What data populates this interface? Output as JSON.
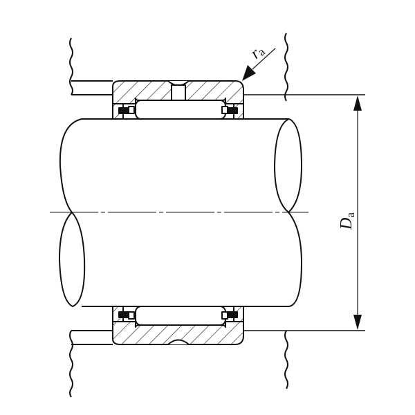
{
  "diagram": {
    "type": "engineering-section",
    "subject": "needle roller bearing with seals mounted on shaft in housing bore",
    "colors": {
      "line": "#111111",
      "background": "#ffffff",
      "seal_fill": "#111111"
    },
    "labels": {
      "ra": {
        "main": "r",
        "sub": "a",
        "meaning": "housing shoulder fillet radius"
      },
      "Da": {
        "main": "D",
        "sub": "a",
        "meaning": "housing bore diameter"
      }
    },
    "elements": [
      "housing-upper-section",
      "housing-lower-section",
      "bearing-outer-ring-hatched",
      "needle-rollers",
      "seals",
      "shaft",
      "centerline",
      "dimension-Da",
      "leader-ra"
    ]
  }
}
